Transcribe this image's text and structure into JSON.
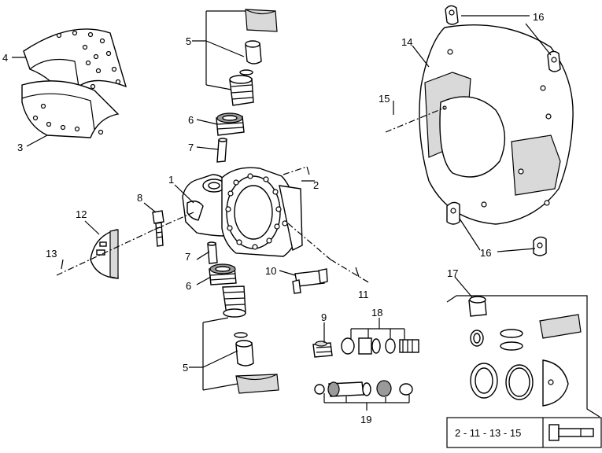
{
  "callouts": {
    "c1": "1",
    "c2": "2",
    "c3": "3",
    "c4": "4",
    "c5a": "5",
    "c5b": "5",
    "c6a": "6",
    "c6b": "6",
    "c7a": "7",
    "c7b": "7",
    "c8": "8",
    "c9": "9",
    "c10": "10",
    "c11": "11",
    "c12": "12",
    "c13": "13",
    "c14": "14",
    "c15": "15",
    "c16a": "16",
    "c16b": "16",
    "c17": "17",
    "c18": "18",
    "c19": "19"
  },
  "legend_box": {
    "reference": "2 - 11 - 13 - 15",
    "icon": "bolt-icon"
  }
}
